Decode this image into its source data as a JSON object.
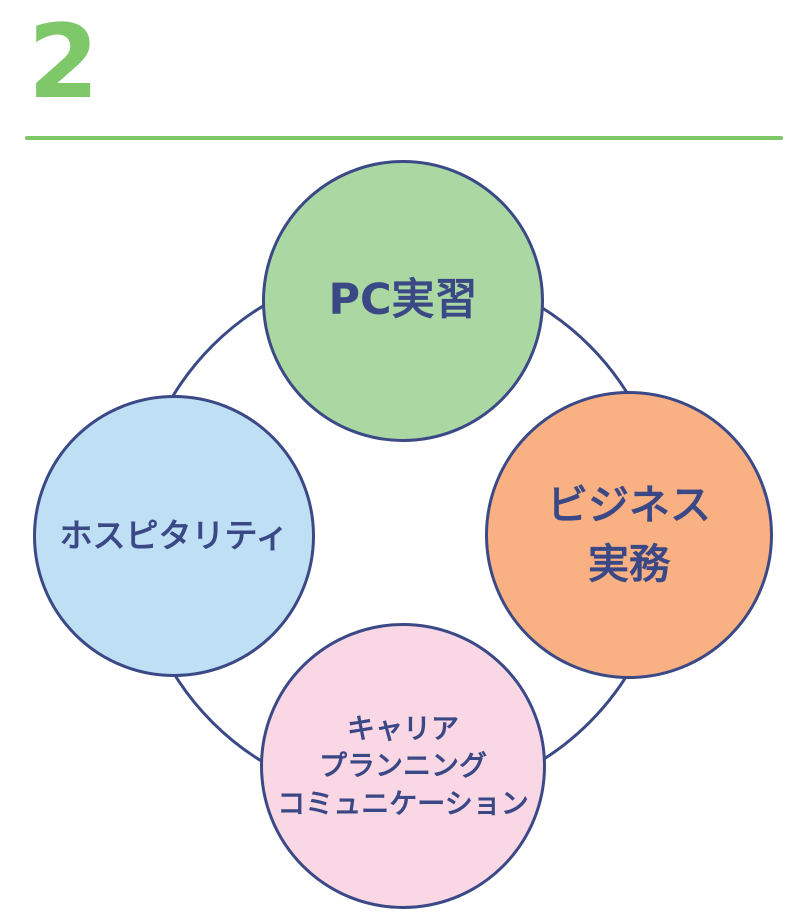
{
  "page": {
    "background_color": "#FFFFFF"
  },
  "header": {
    "slide_number": "2",
    "accent_color": "#7EC86A"
  },
  "diagram": {
    "ring_color": "#3B4A87",
    "text_color": "#3A4986",
    "circles": [
      {
        "id": "pc-training",
        "position": "top",
        "fill": "#ABD8A2",
        "label_lines": [
          "PC実習"
        ]
      },
      {
        "id": "business-practice",
        "position": "right",
        "fill": "#F9B183",
        "label_lines": [
          "ビジネス",
          "実務"
        ]
      },
      {
        "id": "hospitality",
        "position": "left",
        "fill": "#BFDFF5",
        "label_lines": [
          "ホスピタリティ"
        ]
      },
      {
        "id": "career-planning-communication",
        "position": "bottom",
        "fill": "#FAD7E4",
        "label_lines": [
          "キャリア",
          "プランニング",
          "コミュニケーション"
        ]
      }
    ]
  }
}
